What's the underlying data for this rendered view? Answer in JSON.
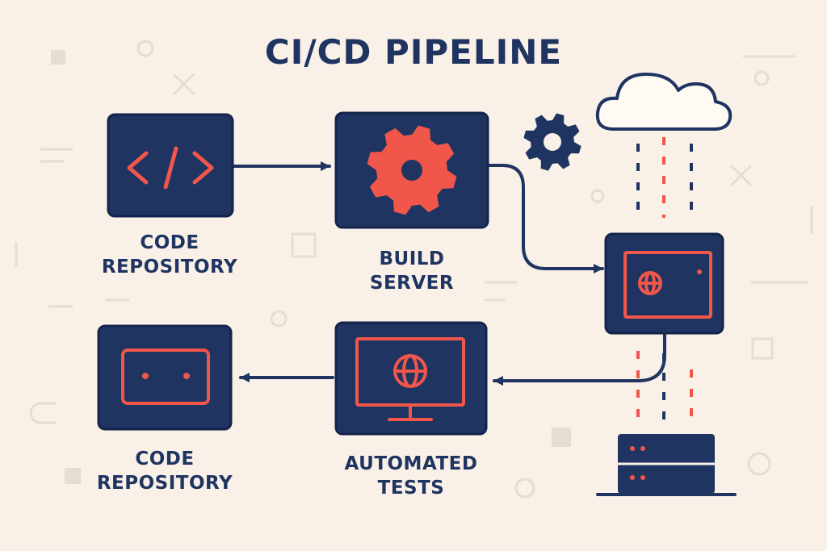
{
  "title": "CI/CD PIPELINE",
  "nodes": {
    "code_repository_top": {
      "lines": [
        "CODE",
        "REPOSITORY"
      ],
      "icon": "code-brackets-icon"
    },
    "build_server": {
      "lines": [
        "BUILD",
        "SERVER"
      ],
      "icon": "gear-icon"
    },
    "deploy_server": {
      "icon": "browser-window-globe-icon"
    },
    "automated_tests": {
      "lines": [
        "AUTOMATED",
        "TESTS"
      ],
      "icon": "monitor-globe-icon"
    },
    "code_repository_bottom": {
      "lines": [
        "CODE",
        "REPOSITORY"
      ],
      "icon": "storage-device-icon"
    }
  },
  "decorations": [
    "small-gear-icon",
    "cloud-icon",
    "server-rack-icon"
  ],
  "colors": {
    "background": "#f9f1e7",
    "navy": "#1f3461",
    "coral": "#f0574a",
    "faint": "#e6dccf"
  }
}
